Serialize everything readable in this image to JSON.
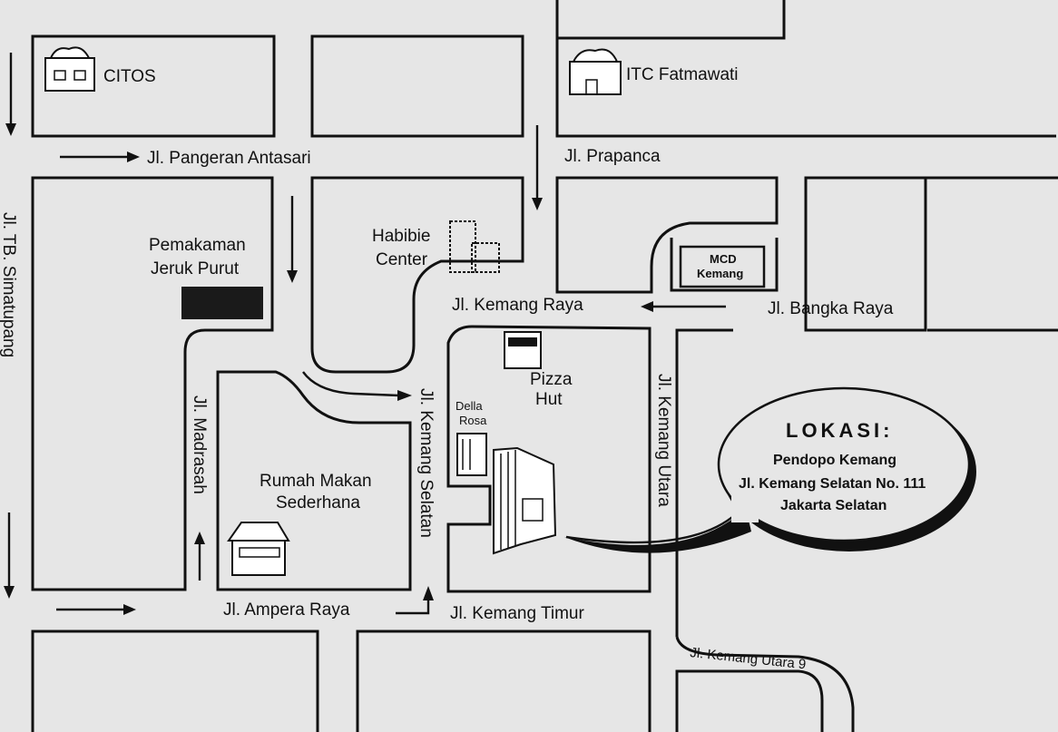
{
  "landmarks": {
    "citos": "CITOS",
    "itc": "ITC Fatmawati",
    "habibie_line1": "Habibie",
    "habibie_line2": "Center",
    "pemakaman_line1": "Pemakaman",
    "pemakaman_line2": "Jeruk Purut",
    "mcd_line1": "MCD",
    "mcd_line2": "Kemang",
    "pizza_line1": "Pizza",
    "pizza_line2": "Hut",
    "della_line1": "Della",
    "della_line2": "Rosa",
    "rumah_line1": "Rumah Makan",
    "rumah_line2": "Sederhana"
  },
  "streets": {
    "pangeran_antasari": "Jl. Pangeran Antasari",
    "prapanca": "Jl. Prapanca",
    "kemang_raya": "Jl. Kemang Raya",
    "bangka_raya": "Jl. Bangka Raya",
    "tb_simatupang": "Jl. TB. Simatupang",
    "madrasah": "Jl. Madrasah",
    "kemang_selatan": "Jl. Kemang Selatan",
    "kemang_utara": "Jl. Kemang Utara",
    "ampera_raya": "Jl. Ampera Raya",
    "kemang_timur": "Jl. Kemang Timur",
    "kemang_utara_9": "Jl. Kemang Utara 9"
  },
  "location": {
    "title": "LOKASI:",
    "line1": "Pendopo Kemang",
    "line2": "Jl. Kemang Selatan No. 111",
    "line3": "Jakarta Selatan"
  }
}
